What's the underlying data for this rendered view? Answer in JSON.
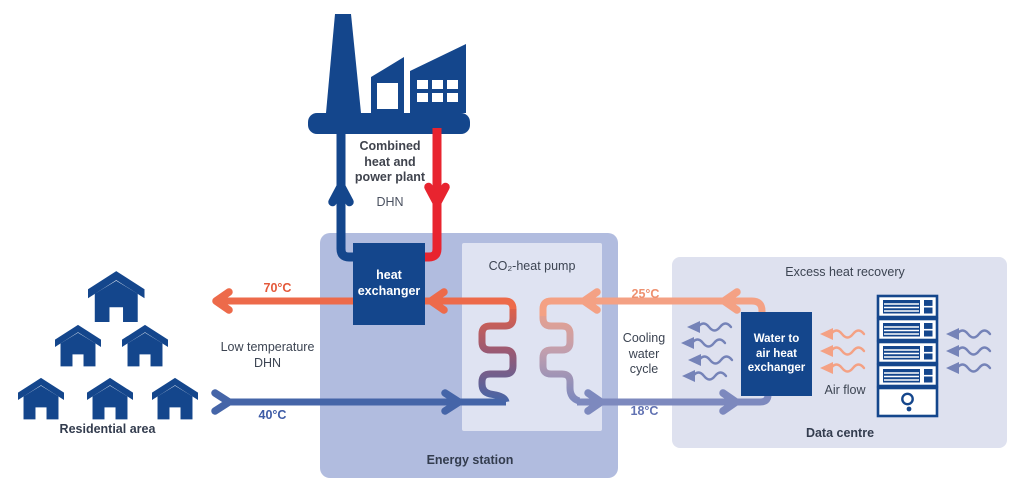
{
  "palette": {
    "dark_blue": "#14468c",
    "red": "#e8242f",
    "orange_hot": "#ed6a4a",
    "salmon": "#f4a184",
    "blue_return": "#4565a8",
    "blue_cool": "#7d89be",
    "station_fill": "#b1bcdf",
    "light_fill": "#dfe3f2"
  },
  "plant": {
    "label": "Combined\nheat and\npower plant",
    "dhn": "DHN"
  },
  "residential": {
    "label": "Residential area"
  },
  "network": {
    "supply_temp": "70°C",
    "return_temp": "40°C",
    "label": "Low temperature\nDHN"
  },
  "energy_station": {
    "label": "Energy station",
    "heat_exchanger": "heat\nexchanger",
    "heat_pump": "CO₂-heat pump"
  },
  "cooling": {
    "label": "Cooling\nwater\ncycle",
    "supply_temp": "25°C",
    "return_temp": "18°C"
  },
  "data_centre": {
    "box_label": "Excess heat recovery",
    "exchanger": "Water to\nair heat\nexchanger",
    "air_flow": "Air flow",
    "label": "Data centre"
  }
}
